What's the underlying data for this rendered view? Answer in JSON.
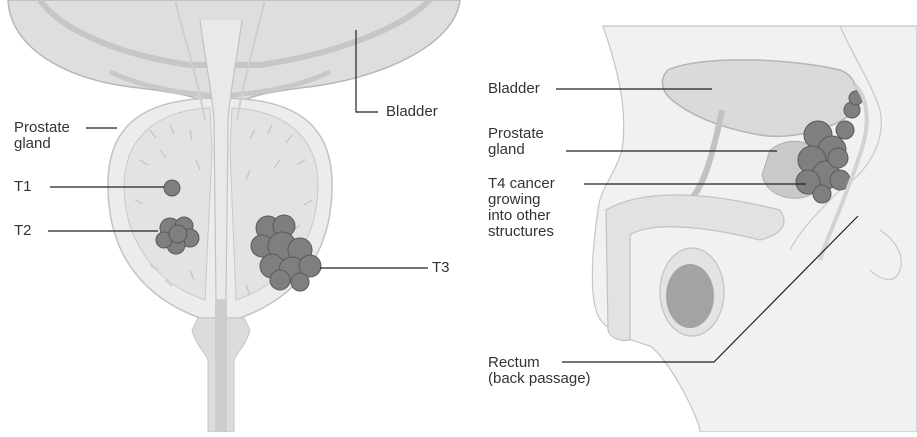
{
  "left_panel": {
    "labels": {
      "bladder": "Bladder",
      "prostate": "Prostate\ngland",
      "t1": "T1",
      "t2": "T2",
      "t3": "T3"
    }
  },
  "right_panel": {
    "labels": {
      "bladder": "Bladder",
      "prostate": "Prostate\ngland",
      "t4": "T4 cancer\ngrowing\ninto other\nstructures",
      "rectum": "Rectum\n(back passage)"
    }
  },
  "colors": {
    "organ_fill": "#e4e4e4",
    "organ_outline": "#bdbdbd",
    "tumour": "#7f7f7f",
    "tumour_dark": "#555555",
    "leader_line": "#222222",
    "text": "#333333"
  }
}
